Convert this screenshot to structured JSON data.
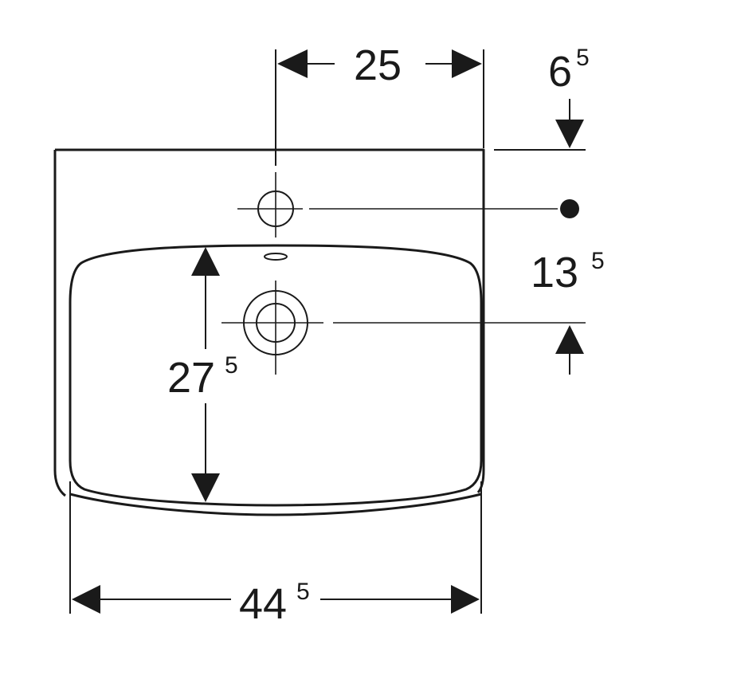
{
  "colors": {
    "line": "#1a1a1a",
    "background": "#ffffff"
  },
  "dimensions": {
    "top_width": {
      "main": "25",
      "sup": ""
    },
    "top_offset": {
      "main": "6",
      "sup": "5"
    },
    "side_offset": {
      "main": "13",
      "sup": "5"
    },
    "bowl_depth": {
      "main": "27",
      "sup": "5"
    },
    "total_width": {
      "main": "44",
      "sup": "5"
    }
  }
}
